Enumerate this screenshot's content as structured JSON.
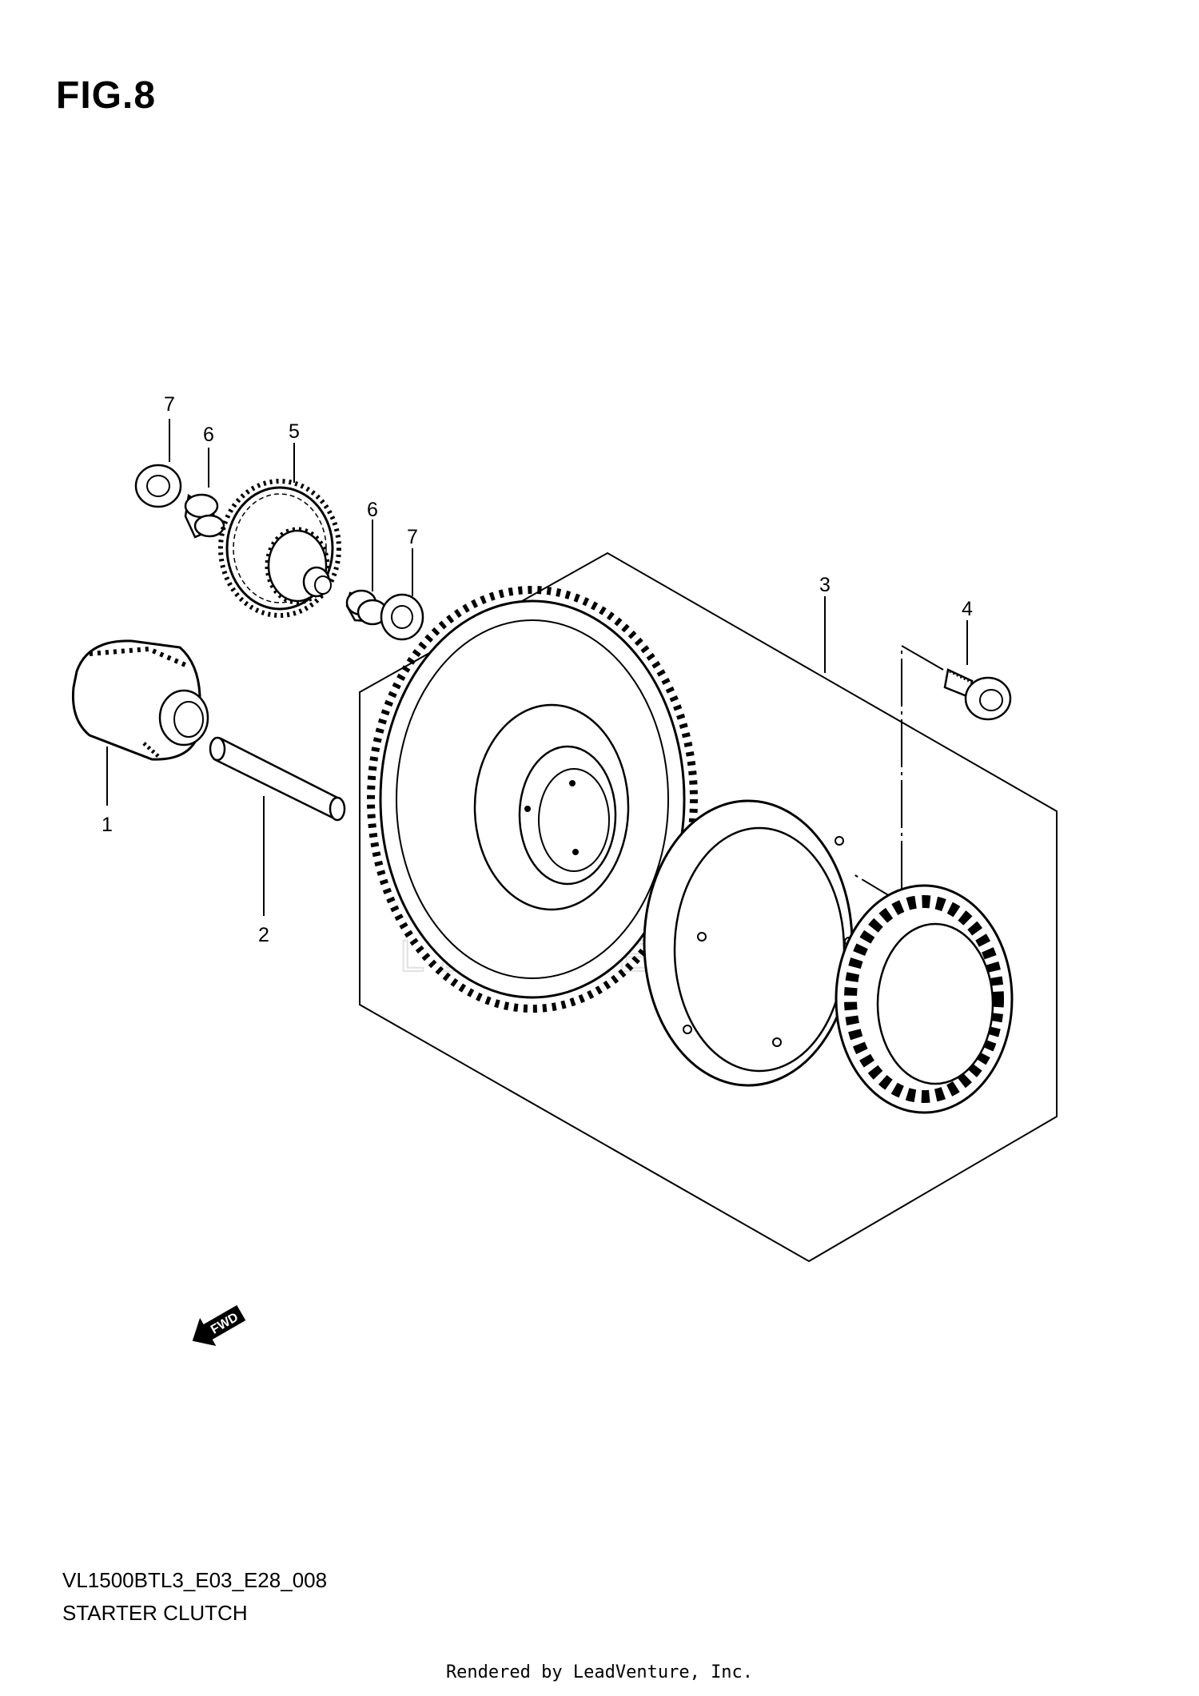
{
  "figure": {
    "title": "FIG.8"
  },
  "callouts": [
    {
      "id": "7a",
      "text": "7"
    },
    {
      "id": "6a",
      "text": "6"
    },
    {
      "id": "5",
      "text": "5"
    },
    {
      "id": "6b",
      "text": "6"
    },
    {
      "id": "7b",
      "text": "7"
    },
    {
      "id": "3",
      "text": "3"
    },
    {
      "id": "4",
      "text": "4"
    },
    {
      "id": "1",
      "text": "1"
    },
    {
      "id": "2",
      "text": "2"
    }
  ],
  "direction_badge": {
    "text": "FWD"
  },
  "watermark": {
    "text": "LEADVENTURE"
  },
  "footer": {
    "model_code": "VL1500BTL3_E03_E28_008",
    "section_name": "STARTER CLUTCH",
    "rendered_by": "Rendered by LeadVenture, Inc."
  },
  "colors": {
    "line": "#000000",
    "background": "#ffffff",
    "watermark": "#e2e2e2"
  }
}
